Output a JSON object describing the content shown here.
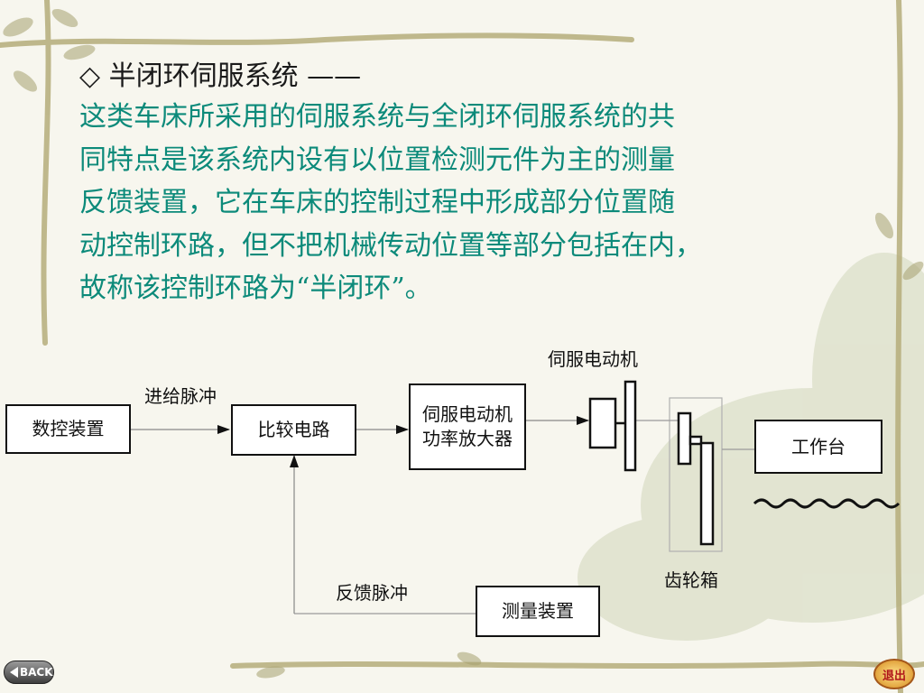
{
  "slide": {
    "heading": "◇ 半闭环伺服系统 ——",
    "body_lines": [
      "这类车床所采用的伺服系统与全闭环伺服系统的共",
      "同特点是该系统内设有以位置检测元件为主的测量",
      "反馈装置，它在车床的控制过程中形成部分位置随",
      "动控制环路，但不把机械传动位置等部分包括在内，",
      "故称该控制环路为“半闭环”。"
    ]
  },
  "diagram": {
    "blocks": {
      "cnc": "数控装置",
      "comparator": "比较电路",
      "amplifier_line1": "伺服电动机",
      "amplifier_line2": "功率放大器",
      "worktable": "工作台",
      "measure": "测量装置"
    },
    "labels": {
      "feed_pulse": "进给脉冲",
      "servo_motor": "伺服电动机",
      "gearbox": "齿轮箱",
      "feedback_pulse": "反馈脉冲"
    }
  },
  "nav": {
    "back_label": "BACK",
    "exit_label": "退出"
  }
}
